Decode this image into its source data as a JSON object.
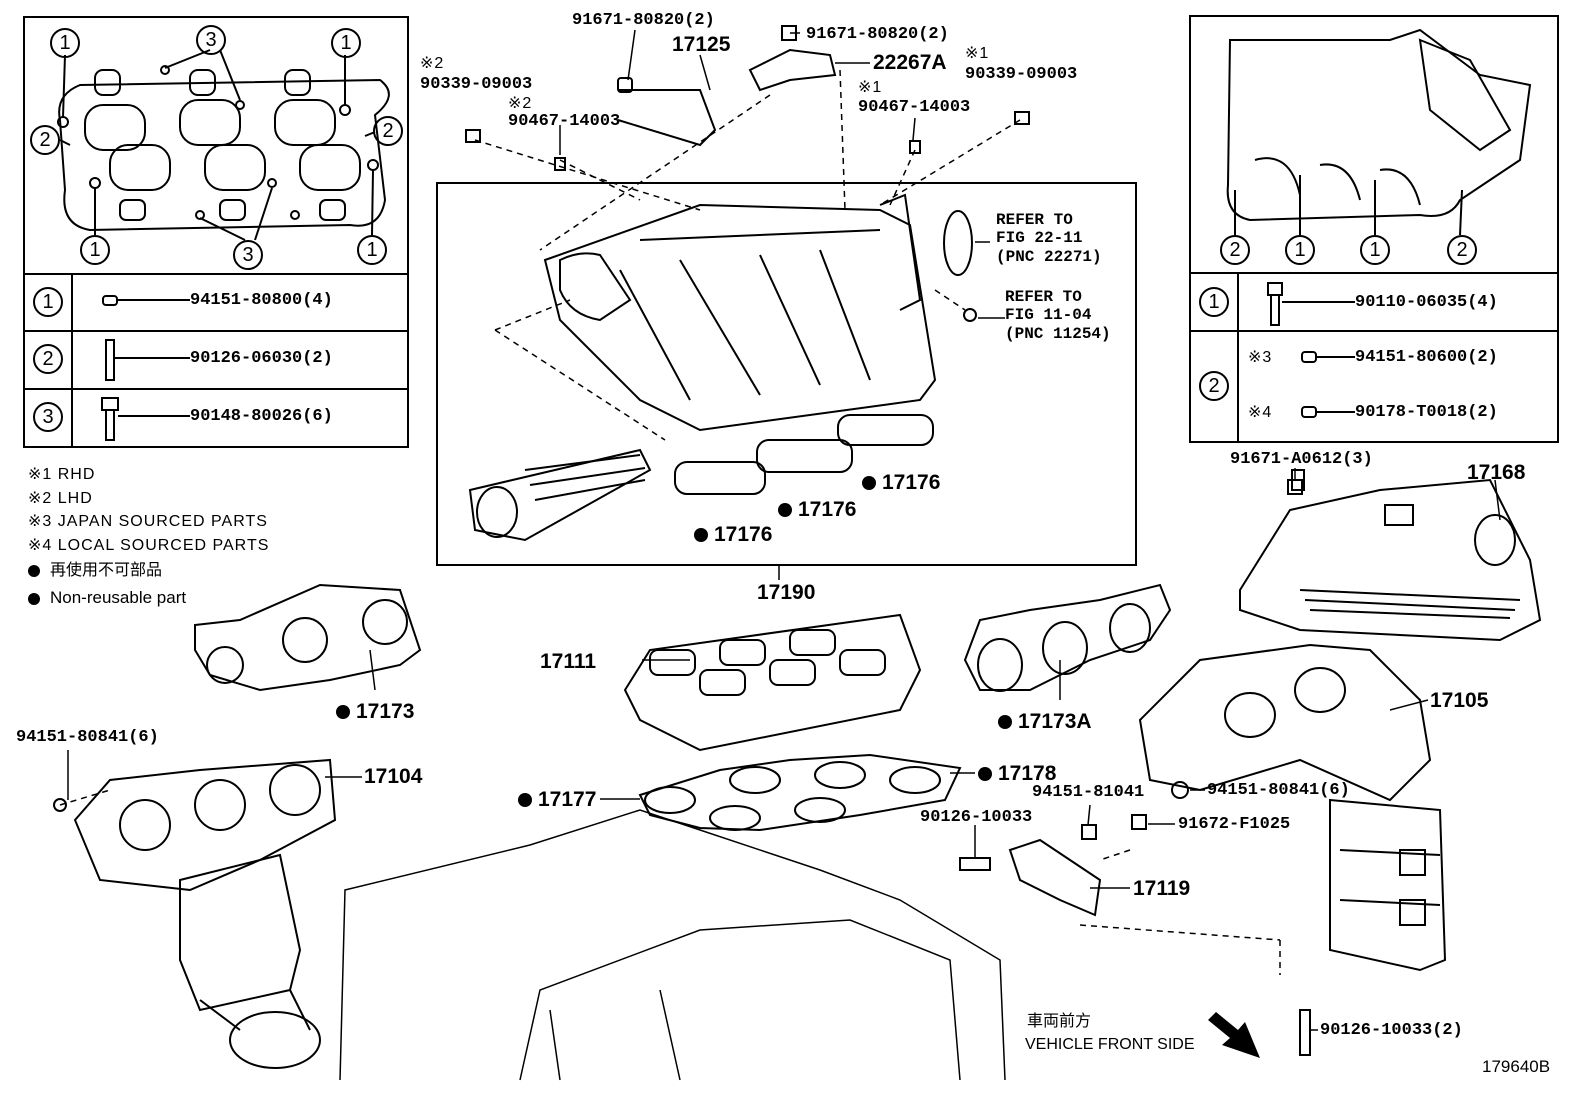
{
  "callouts": {
    "p91671_80820_a": "91671-80820(2)",
    "p91671_80820_b": "91671-80820(2)",
    "p17125": "17125",
    "p22267A": "22267A",
    "p90339_lhd_mark": "※2",
    "p90339_lhd": "90339-09003",
    "p90467_lhd_mark": "※2",
    "p90467_lhd": "90467-14003",
    "p90339_rhd_mark": "※1",
    "p90339_rhd": "90339-09003",
    "p90467_rhd_mark": "※1",
    "p90467_rhd": "90467-14003",
    "ref_throttle": [
      "REFER TO",
      "FIG 22-11",
      "(PNC 22271)"
    ],
    "ref_sensor": [
      "REFER TO",
      "FIG 11-04",
      "(PNC 11254)"
    ],
    "p17176_a": "17176",
    "p17176_b": "17176",
    "p17176_c": "17176",
    "p17190": "17190",
    "p17111": "17111",
    "p17173": "17173",
    "p17173A": "17173A",
    "p17178": "17178",
    "p17177": "17177",
    "p94151_80841_left": "94151-80841(6)",
    "p17104": "17104",
    "p91671_A0612": "91671-A0612(3)",
    "p17168": "17168",
    "p17105": "17105",
    "p94151_81041": "94151-81041",
    "p94151_80841_right": "94151-80841(6)",
    "p90126_10033": "90126-10033",
    "p91672_F1025": "91672-F1025",
    "p17119": "17119",
    "p90126_10033_2": "90126-10033(2)",
    "figure_no": "179640B"
  },
  "left_table": {
    "rows": [
      {
        "num": "1",
        "part": "94151-80800(4)"
      },
      {
        "num": "2",
        "part": "90126-06030(2)"
      },
      {
        "num": "3",
        "part": "90148-80026(6)"
      }
    ],
    "markers": [
      "1",
      "3",
      "1",
      "2",
      "2",
      "1",
      "3",
      "1"
    ]
  },
  "right_table": {
    "row1": {
      "num": "1",
      "part": "90110-06035(4)"
    },
    "row2": {
      "num": "2",
      "sub": [
        {
          "mark": "※3",
          "part": "94151-80600(2)"
        },
        {
          "mark": "※4",
          "part": "90178-T0018(2)"
        }
      ]
    },
    "markers": [
      "2",
      "1",
      "1",
      "2"
    ]
  },
  "legend": {
    "n1": "※1  RHD",
    "n2": "※2  LHD",
    "n3": "※3  JAPAN  SOURCED  PARTS",
    "n4": "※4  LOCAL  SOURCED  PARTS",
    "n5": "再使用不可部品",
    "n6": "Non-reusable part"
  },
  "direction": {
    "jp": "車両前方",
    "en": "VEHICLE FRONT SIDE"
  }
}
